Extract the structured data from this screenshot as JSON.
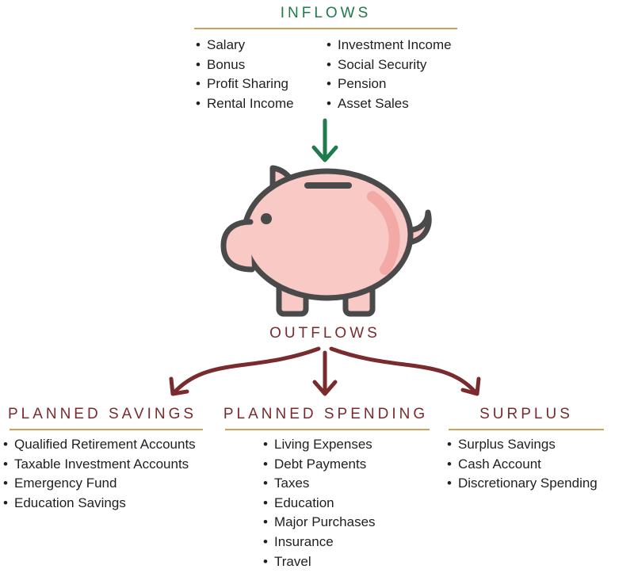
{
  "inflows": {
    "title": "INFLOWS",
    "left_items": [
      "Salary",
      "Bonus",
      "Profit Sharing",
      "Rental Income"
    ],
    "right_items": [
      "Investment Income",
      "Social Security",
      "Pension",
      "Asset Sales"
    ]
  },
  "outflows": {
    "title": "OUTFLOWS"
  },
  "planned_savings": {
    "title": "PLANNED SAVINGS",
    "items": [
      "Qualified Retirement Accounts",
      "Taxable Investment Accounts",
      "Emergency Fund",
      "Education Savings"
    ]
  },
  "planned_spending": {
    "title": "PLANNED SPENDING",
    "items": [
      "Living Expenses",
      "Debt Payments",
      "Taxes",
      "Education",
      "Major Purchases",
      "Insurance",
      "Travel"
    ]
  },
  "surplus": {
    "title": "SURPLUS",
    "items": [
      "Surplus Savings",
      "Cash Account",
      "Discretionary Spending"
    ]
  },
  "colors": {
    "green": "#1f7a4c",
    "maroon": "#7a2b2e",
    "gold": "#c9a15a",
    "pig_fill": "#f9c9c5",
    "pig_outline": "#4a4a4a"
  }
}
